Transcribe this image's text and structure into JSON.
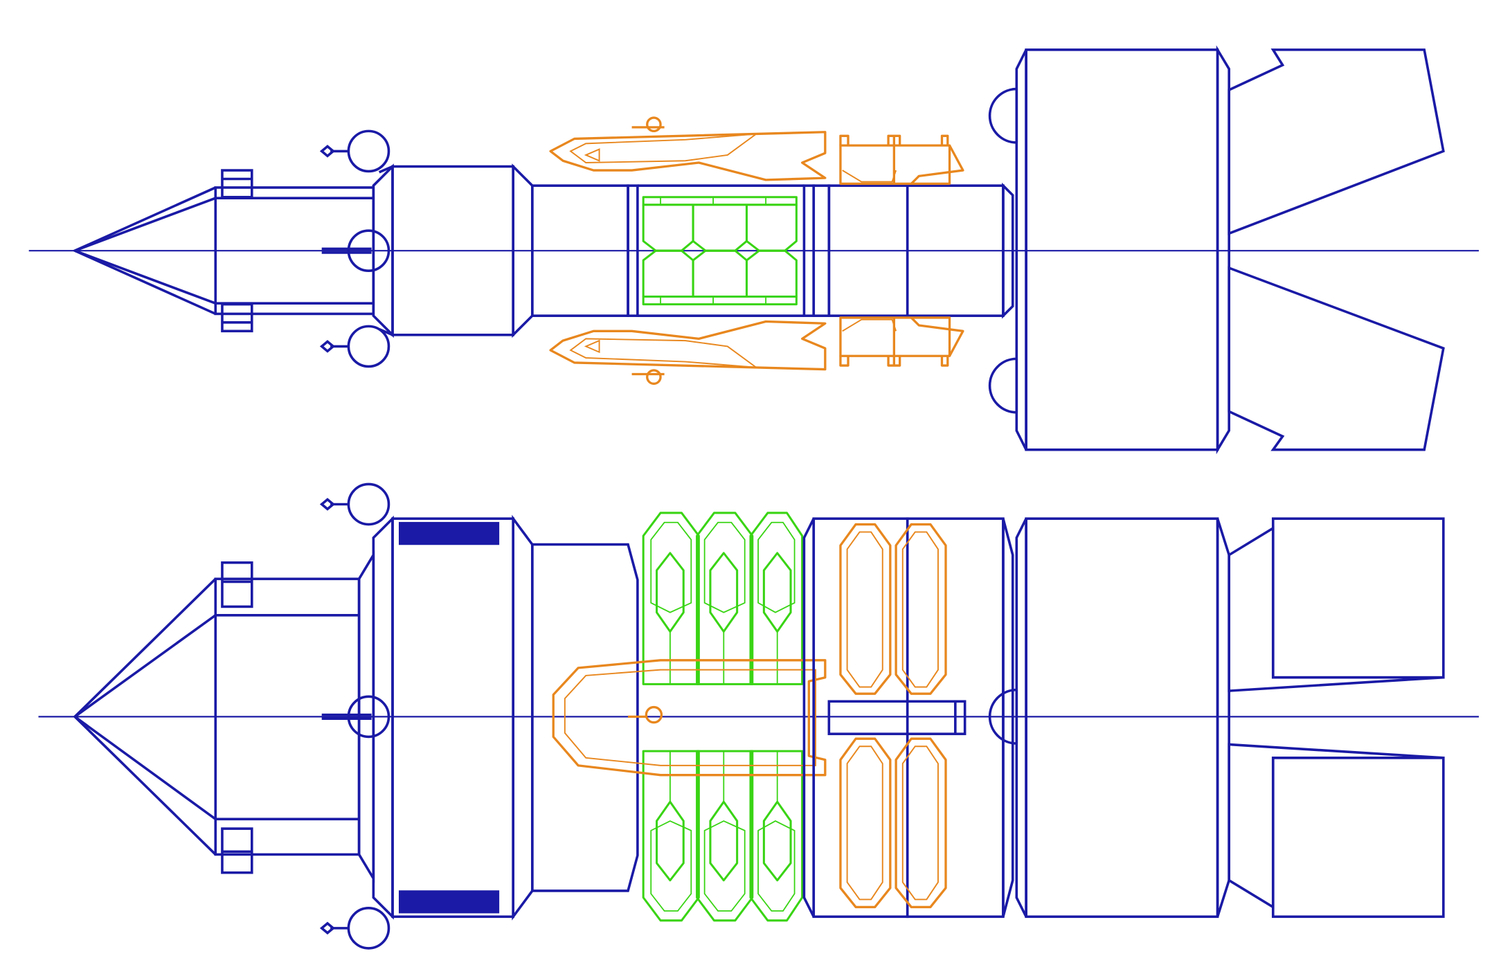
{
  "drawing": {
    "kind": "orthographic-schematic",
    "views": [
      "top-view",
      "side-view"
    ],
    "colors": {
      "hull": "#1a1aa6",
      "auxiliary_craft": "#e8871e",
      "pods": "#39d414",
      "background": "#ffffff"
    }
  }
}
